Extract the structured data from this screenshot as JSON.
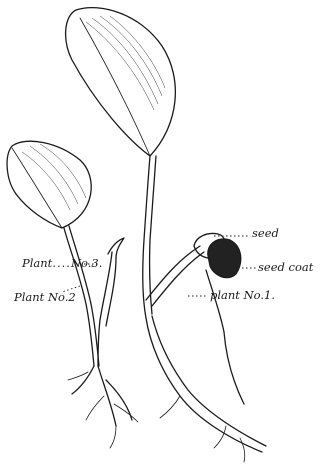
{
  "labels": {
    "seed": "seed",
    "seed_coat": "seed coat",
    "plant_1": "plant No.1.",
    "plant_2": "Plant No.2",
    "plant_3_prefix": "Plant",
    "plant_3_number": "No.3."
  },
  "colors": {
    "ink": "#1a1a1a",
    "paper": "#ffffff"
  }
}
